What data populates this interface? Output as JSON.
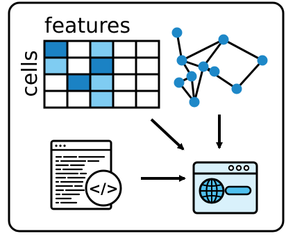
{
  "matrix": {
    "column_label": "features",
    "row_label": "cells",
    "rows": [
      [
        "dark",
        "white",
        "light",
        "white",
        "white"
      ],
      [
        "light",
        "white",
        "dark",
        "white",
        "white"
      ],
      [
        "white",
        "dark",
        "light",
        "white",
        "white"
      ],
      [
        "white",
        "white",
        "light",
        "white",
        "white"
      ]
    ]
  },
  "colors": {
    "dark": "#1B82C4",
    "light": "#7FCCF2",
    "white": "#FFFFFF",
    "stroke": "#000000",
    "node": "#1E88C8",
    "window_bg": "#D9F1FB",
    "accent": "#4FC0EE"
  },
  "graph": {
    "node_count": 10,
    "edge_count": 12
  },
  "icons": {
    "code_file": "code-file-icon",
    "code_symbol": "</>",
    "web_app": "web-app-icon"
  }
}
